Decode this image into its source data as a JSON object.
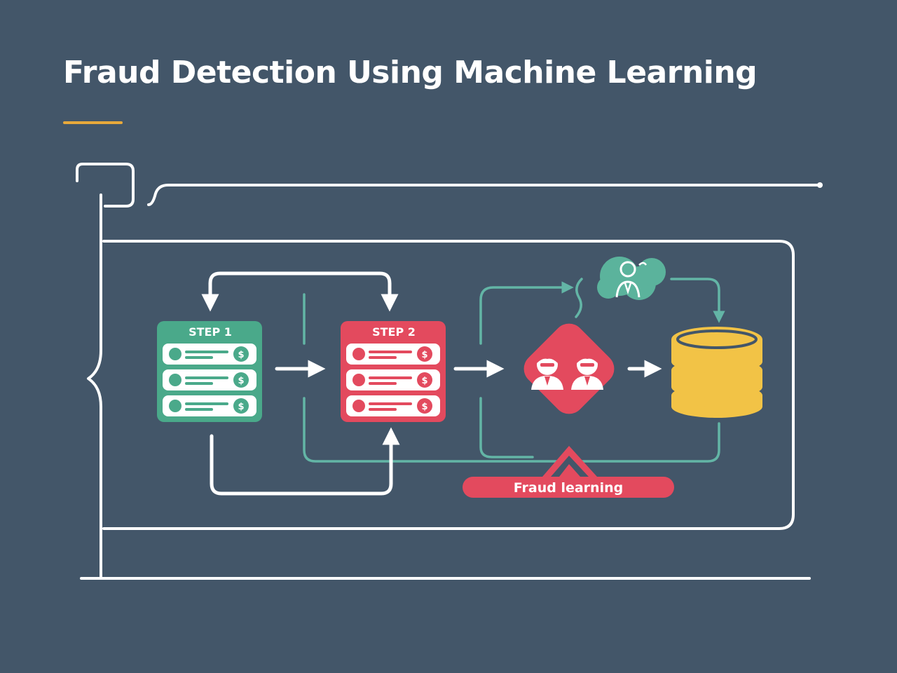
{
  "title": "Fraud Detection Using Machine Learning",
  "steps": {
    "step1": {
      "label": "STEP 1",
      "row_icons": [
        "$",
        "$",
        "$"
      ],
      "color": "#4aa98a"
    },
    "step2": {
      "label": "STEP 2",
      "row_icons": [
        "$",
        "$",
        "$"
      ],
      "color": "#e34a5e"
    }
  },
  "banner_label": "Fraud learning",
  "colors": {
    "background": "#435669",
    "accent": "#e8a93b",
    "teal": "#4aa98a",
    "red": "#e34a5e",
    "database": "#f2c346",
    "line": "#ffffff",
    "loop_line": "#63b5a6"
  },
  "icons": [
    "users-icon",
    "user-bubble-icon",
    "database-icon",
    "arrow-icon",
    "dollar-icon"
  ]
}
